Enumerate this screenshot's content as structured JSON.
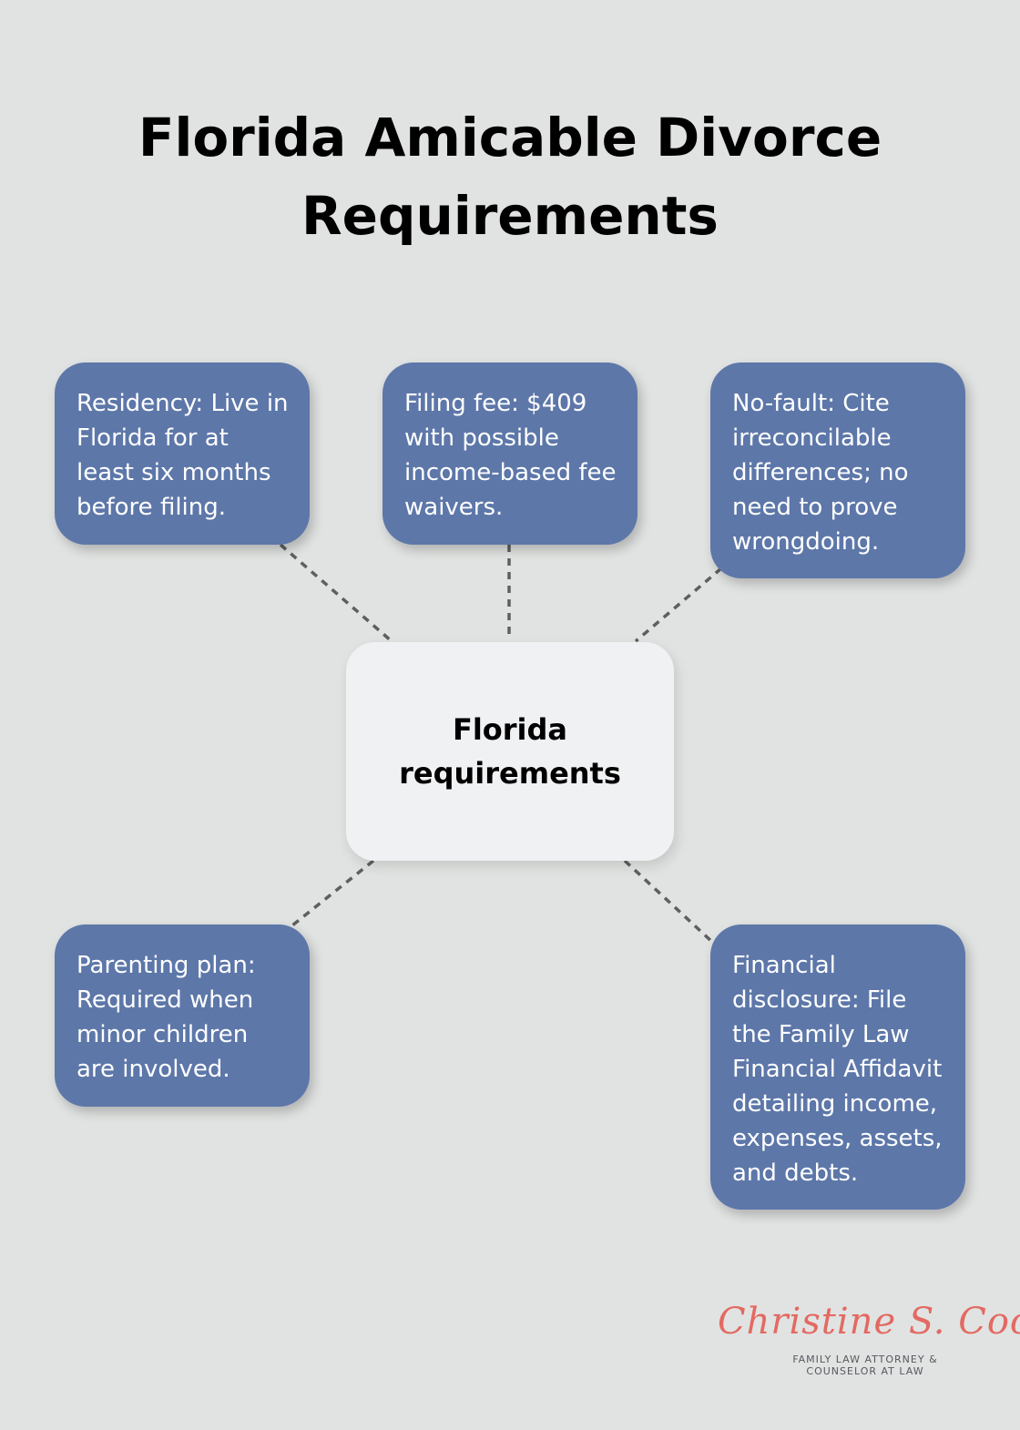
{
  "title": {
    "line1": "Florida Amicable Divorce",
    "line2": "Requirements"
  },
  "center": {
    "line1": "Florida",
    "line2": "requirements"
  },
  "nodes": {
    "residency": "Residency: Live in Florida for at least six months before filing.",
    "filing_fee": "Filing fee: $409 with possible income-based fee waivers.",
    "no_fault": "No-fault: Cite irreconcilable differences; no need to prove wrongdoing.",
    "parenting_plan": "Parenting plan: Required when minor children are involved.",
    "financial_disclosure": "Financial disclosure: File the Family Law Financial Affidavit detailing income, expenses, assets, and debts."
  },
  "logo": {
    "name": "Christine S. Cook",
    "tagline_line1": "FAMILY LAW ATTORNEY &",
    "tagline_line2": "COUNSELOR AT LAW"
  },
  "colors": {
    "background": "#e1e3e2",
    "card": "#5d77a9",
    "center_card": "#f0f1f3",
    "connector": "#5f5f5f",
    "logo_accent": "#e26a62"
  }
}
